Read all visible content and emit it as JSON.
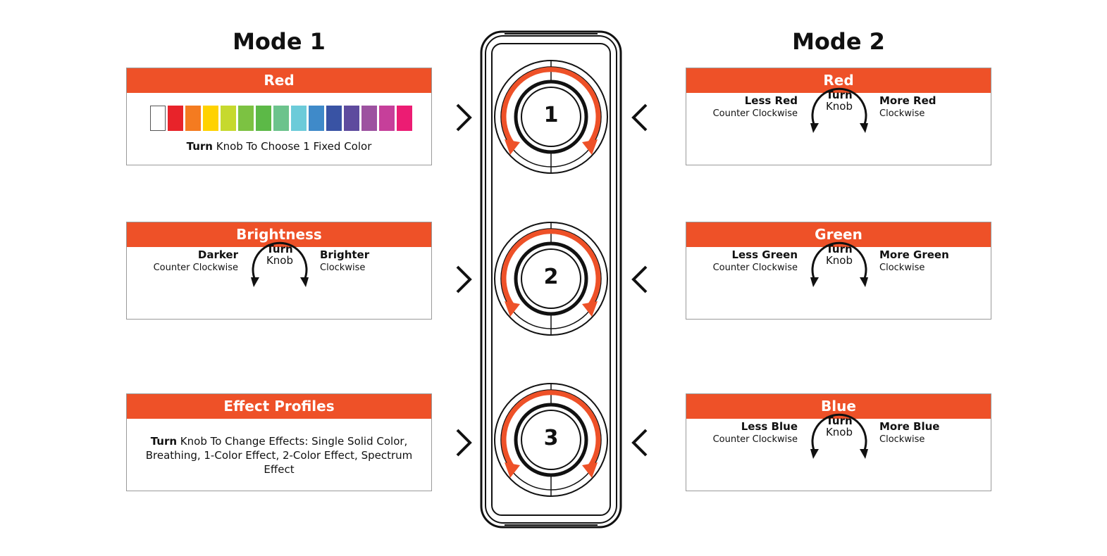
{
  "mode1": {
    "title": "Mode 1",
    "cards": [
      {
        "header": "Red",
        "swatches": [
          "#ffffff",
          "#e8232a",
          "#f47b20",
          "#ffd200",
          "#c6d92e",
          "#7cc242",
          "#5cb947",
          "#6cc38c",
          "#6ccbd9",
          "#3f8ac9",
          "#3953a4",
          "#5e4b9e",
          "#9d52a0",
          "#c63f9a",
          "#ec1c73"
        ],
        "caption_bold": "Turn",
        "caption_rest": " Knob To Choose 1 Fixed Color"
      },
      {
        "header": "Brightness",
        "left_main": "Darker",
        "left_sub": "Counter Clockwise",
        "turn_1": "Turn",
        "turn_2": "Knob",
        "right_main": "Brighter",
        "right_sub": "Clockwise"
      },
      {
        "header": "Effect Profiles",
        "text_bold": "Turn",
        "text_rest": " Knob To Change Effects: Single Solid Color, Breathing, 1-Color Effect, 2-Color Effect, Spectrum Effect"
      }
    ]
  },
  "mode2": {
    "title": "Mode 2",
    "cards": [
      {
        "header": "Red",
        "left_main": "Less Red",
        "left_sub": "Counter Clockwise",
        "turn_1": "Turn",
        "turn_2": "Knob",
        "right_main": "More Red",
        "right_sub": "Clockwise"
      },
      {
        "header": "Green",
        "left_main": "Less Green",
        "left_sub": "Counter Clockwise",
        "turn_1": "Turn",
        "turn_2": "Knob",
        "right_main": "More Green",
        "right_sub": "Clockwise"
      },
      {
        "header": "Blue",
        "left_main": "Less Blue",
        "left_sub": "Counter Clockwise",
        "turn_1": "Turn",
        "turn_2": "Knob",
        "right_main": "More Blue",
        "right_sub": "Clockwise"
      }
    ]
  },
  "device": {
    "knobs": [
      "1",
      "2",
      "3"
    ]
  },
  "colors": {
    "accent": "#ee5128",
    "outline": "#111111"
  },
  "icons": {
    "chevron_left_side": "chevron-right-icon",
    "chevron_right_side": "chevron-left-icon",
    "rotate": "rotate-arrows-icon"
  }
}
